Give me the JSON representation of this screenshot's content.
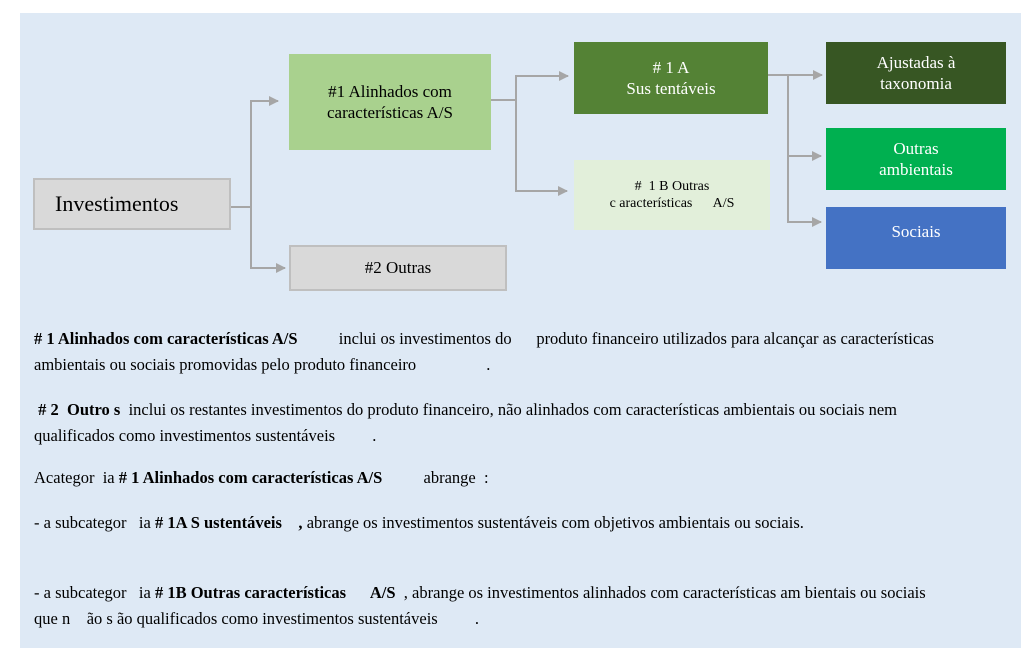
{
  "diagram": {
    "root": "Investimentos",
    "node_1": "#1   Alinhados com características A/S",
    "node_2": "#2 Outras",
    "node_1a_line1": "# 1 A",
    "node_1a_line2": "Sus tentáveis",
    "node_1b_line1": "#  1 B Outras",
    "node_1b_line2": "c aracterísticas      A/S",
    "leaf_taxonomy": "Ajustadas à taxonomia",
    "leaf_env": "Outras ambientais",
    "leaf_social": "Sociais",
    "colors": {
      "panel": "#dee9f5",
      "node_1": "#a9d18e",
      "node_1a": "#548235",
      "node_1b": "#e2efda",
      "taxonomy": "#375623",
      "env": "#00b050",
      "social": "#4472c4",
      "gray": "#d9d9d9",
      "connector": "#a6a6a6"
    }
  },
  "text": {
    "p1_bold": "# 1 Alinhados com características A/S",
    "p1_rest": "          inclui os investimentos do      produto financeiro utilizados para alcançar as características ambientais ou sociais promovidas pelo produto financeiro                 .",
    "p2_bold": " # 2  Outro s",
    "p2_rest": "  inclui os restantes investimentos do produto financeiro, não alinhados com características ambientais ou sociais nem      qualificados como investimentos sustentáveis         .",
    "p3_pre": "Acategor  ia ",
    "p3_bold": "# 1 Alinhados com características A/S",
    "p3_rest": "          abrange  :",
    "p4_pre": "- a subcategor   ia ",
    "p4_bold": "# 1A S ustentáveis    ,",
    "p4_rest": " abrange os investimentos sustentáveis com objetivos ambientais ou sociais.",
    "p5_pre": "- a subcategor   ia ",
    "p5_bold": "# 1B Outras características      A/S",
    "p5_rest": "  , abrange os investimentos alinhados com características am bientais ou sociais que n    ão s ão qualificados como investimentos sustentáveis         ."
  }
}
